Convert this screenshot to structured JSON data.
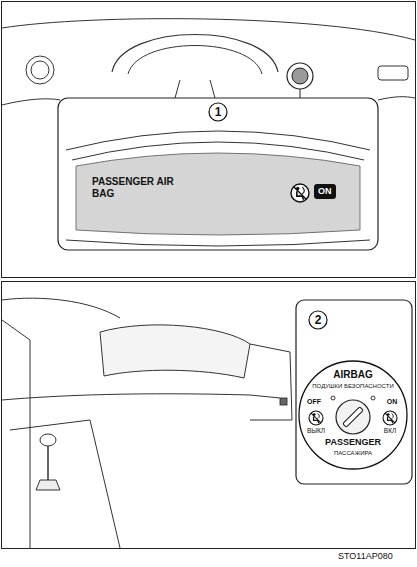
{
  "diagram": {
    "nodes": [
      {
        "text": [
          "1"
        ]
      },
      {
        "text": [
          "PASSENGER AIR BAG"
        ]
      },
      {
        "text": [
          "ON"
        ],
        "in": 1
      },
      {
        "text": [
          "2"
        ]
      },
      {
        "text": [
          "AIRBAG",
          "ПОДУШКИ БЕЗОПАСНОСТИ",
          "OFF",
          "ON",
          "ВЫКЛ",
          "ВКЛ",
          "PASSENGER",
          "ПАССАЖИРА"
        ]
      }
    ],
    "labels": [
      "STO11AP080"
    ]
  }
}
